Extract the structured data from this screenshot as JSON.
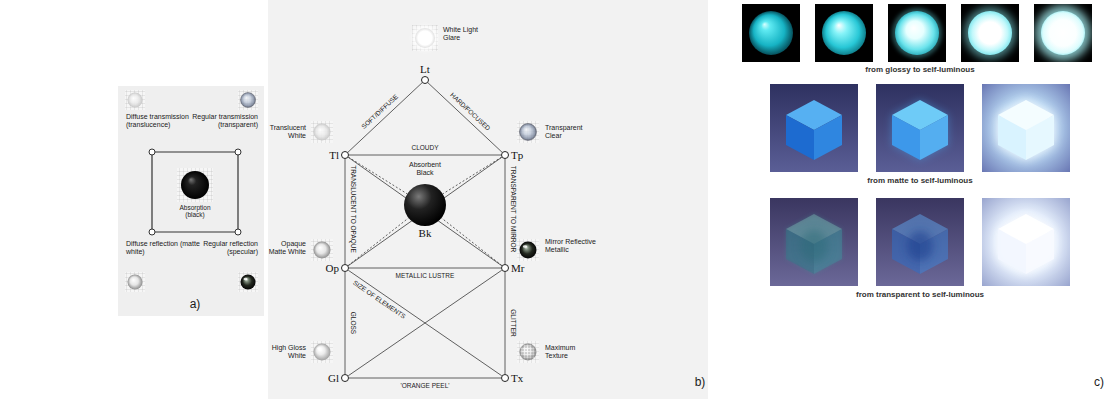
{
  "diagram": {
    "nodes": [
      {
        "text": [
          "Lt"
        ]
      },
      {
        "text": [
          "Tl"
        ]
      },
      {
        "text": [
          "Tp"
        ]
      },
      {
        "text": [
          "Bk"
        ]
      },
      {
        "text": [
          "Op"
        ]
      },
      {
        "text": [
          "Mr"
        ]
      },
      {
        "text": [
          "Gl"
        ]
      },
      {
        "text": [
          "Tx"
        ]
      }
    ],
    "edges": [
      {
        "from": 0,
        "to": 1,
        "arrow": "none",
        "label": "SOFT/DIFFUSE"
      },
      {
        "from": 0,
        "to": 2,
        "arrow": "none",
        "label": "HARD/FOCUSED"
      },
      {
        "from": 1,
        "to": 2,
        "arrow": "none",
        "label": "CLOUDY"
      },
      {
        "from": 1,
        "to": 4,
        "arrow": "none",
        "label": "TRANSLUCENT TO OPAQUE"
      },
      {
        "from": 2,
        "to": 5,
        "arrow": "none",
        "label": "TRANSPARENT TO MIRROR"
      },
      {
        "from": 4,
        "to": 5,
        "arrow": "none",
        "label": "METALLIC LUSTRE"
      },
      {
        "from": 4,
        "to": 6,
        "arrow": "none",
        "label": "GLOSS"
      },
      {
        "from": 4,
        "to": 7,
        "arrow": "none",
        "label": "SIZE OF ELEMENTS"
      },
      {
        "from": 5,
        "to": 7,
        "arrow": "none",
        "label": "GLITTER"
      },
      {
        "from": 6,
        "to": 7,
        "arrow": "none",
        "label": "'ORANGE PEEL'"
      },
      {
        "from": 1,
        "to": 3,
        "arrow": "none"
      },
      {
        "from": 2,
        "to": 3,
        "arrow": "none"
      },
      {
        "from": 4,
        "to": 3,
        "arrow": "none"
      },
      {
        "from": 5,
        "to": 3,
        "arrow": "none"
      },
      {
        "from": 1,
        "to": 5,
        "arrow": "none"
      },
      {
        "from": 2,
        "to": 4,
        "arrow": "none"
      },
      {
        "from": 6,
        "to": 5,
        "arrow": "none"
      }
    ],
    "labels": [
      "Diffuse transmission (translucence)",
      "Regular transmission (transparent)",
      "Absorption (black)",
      "Diffuse reflection (matte white)",
      "Regular reflection (specular)",
      "a)",
      "White Light Glare",
      "Translucent White",
      "Transparent Clear",
      "Absorbent Black",
      "Opaque Matte White",
      "Mirror Reflective Metallic",
      "High Gloss White",
      "Maximum Texture",
      "b)",
      "from glossy to self-luminous",
      "from matte to self-luminous",
      "from transparent to self-luminous",
      "c)"
    ]
  }
}
